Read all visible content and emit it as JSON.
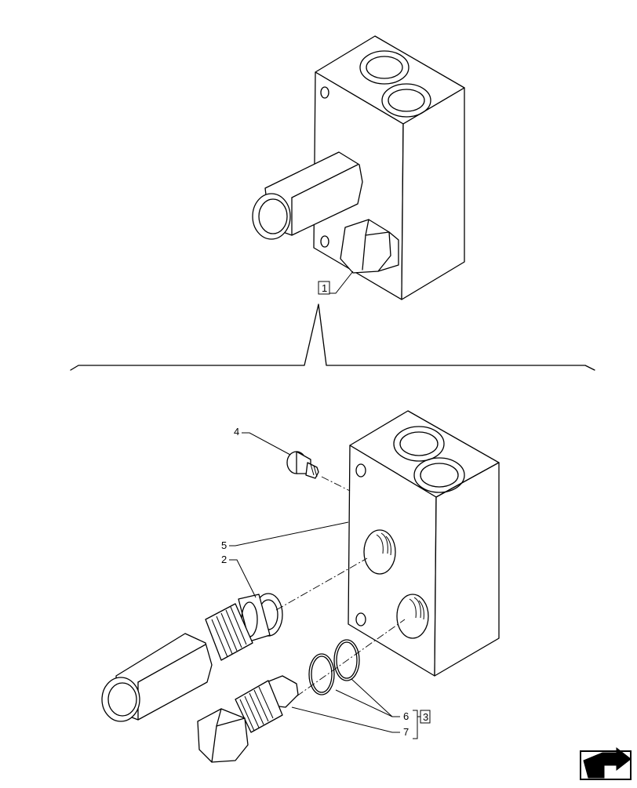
{
  "callouts": {
    "assembly": "1",
    "part_2": "2",
    "kit": "3",
    "part_4": "4",
    "part_5": "5",
    "part_6": "6",
    "part_7": "7"
  },
  "icons": {
    "navigation": "next-page-arrow-icon"
  }
}
